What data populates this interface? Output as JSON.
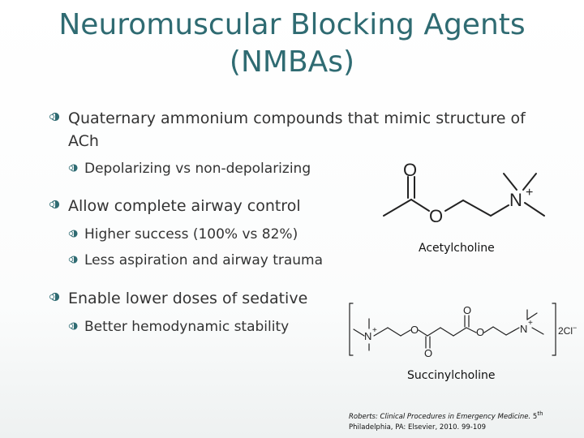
{
  "slide": {
    "title_line1": "Neuromuscular Blocking Agents",
    "title_line2": "(NMBAs)",
    "bullets": [
      {
        "text": "Quaternary ammonium compounds that mimic structure of ACh"
      },
      {
        "text": "Depolarizing vs non-depolarizing"
      },
      {
        "text": "Allow complete airway control"
      },
      {
        "text": "Higher success (100% vs 82%)"
      },
      {
        "text": "Less aspiration and airway trauma"
      },
      {
        "text": "Enable lower doses of sedative"
      },
      {
        "text": "Better hemodynamic stability"
      }
    ],
    "structures": {
      "acetylcholine": {
        "label": "Acetylcholine",
        "atom_o1": "O",
        "atom_o2": "O",
        "atom_n": "N",
        "charge": "+"
      },
      "succinylcholine": {
        "label": "Succinylcholine",
        "atom_n": "N",
        "charge": "+",
        "atom_o": "O",
        "counterion": "2Cl",
        "counterion_charge": "−"
      }
    },
    "citation": {
      "source": "Roberts: Clinical Procedures in Emergency Medicine.",
      "edition": "5",
      "edition_sup": "th",
      "line2": "Philadelphia, PA: Elsevier, 2010. 99-109"
    },
    "colors": {
      "title": "#2f6b72",
      "text": "#333333",
      "marker": "#2f6b72"
    }
  }
}
